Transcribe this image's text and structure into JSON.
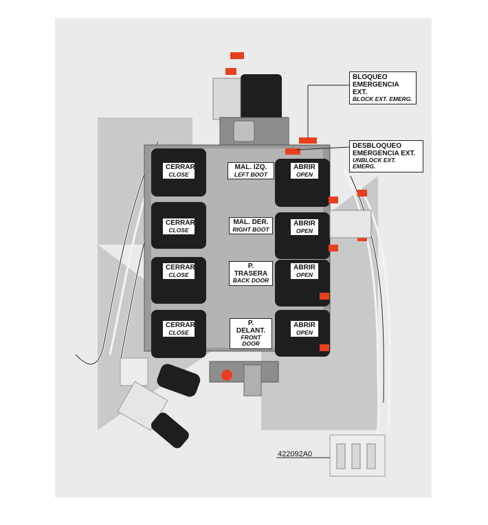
{
  "callouts": {
    "block": {
      "es": "BLOQUEO EMERGENCIA EXT.",
      "es_line1": "BLOQUEO",
      "es_line2": "EMERGENCIA EXT.",
      "en": "BLOCK EXT. EMERG."
    },
    "unblock": {
      "es": "DESBLOQUEO EMERGENCIA EXT.",
      "es_line1": "DESBLOQUEO",
      "es_line2": "EMERGENCIA EXT.",
      "en": "UNBLOCK EXT. EMERG."
    }
  },
  "rows": [
    {
      "close": {
        "es": "CERRAR",
        "en": "CLOSE"
      },
      "function": {
        "es": "MAL. IZQ.",
        "en": "LEFT BOOT"
      },
      "open": {
        "es": "ABRIR",
        "en": "OPEN"
      }
    },
    {
      "close": {
        "es": "CERRAR",
        "en": "CLOSE"
      },
      "function": {
        "es": "MAL. DER.",
        "en": "RIGHT BOOT"
      },
      "open": {
        "es": "ABRIR",
        "en": "OPEN"
      }
    },
    {
      "close": {
        "es": "CERRAR",
        "en": "CLOSE"
      },
      "function": {
        "es": "P. TRASERA",
        "en": "BACK DOOR"
      },
      "open": {
        "es": "ABRIR",
        "en": "OPEN"
      }
    },
    {
      "close": {
        "es": "CERRAR",
        "en": "CLOSE"
      },
      "function": {
        "es": "P. DELANT.",
        "en": "FRONT DOOR"
      },
      "open": {
        "es": "ABRIR",
        "en": "OPEN"
      }
    }
  ],
  "part_number": "422092A0",
  "colors": {
    "fitting": "#e8401c",
    "coil": "#1e1e1e",
    "backdrop_logo": "#c8c8c8"
  }
}
